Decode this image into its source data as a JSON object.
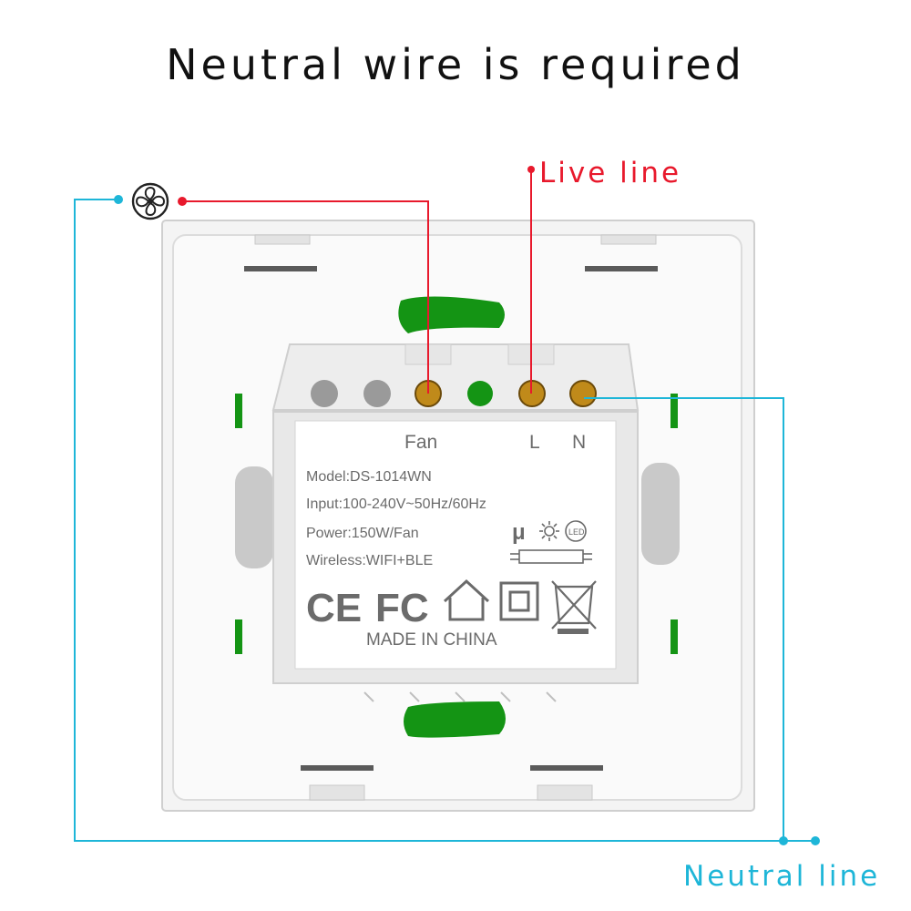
{
  "title": "Neutral wire is required",
  "wires": {
    "live_label": "Live line",
    "neutral_label": "Neutral line",
    "live_color": "#e8192c",
    "neutral_color": "#1eb6d8",
    "load_icon": "fan-icon"
  },
  "terminals": {
    "fan": "Fan",
    "live": "L",
    "neutral": "N"
  },
  "spec_label": {
    "model": "Model:DS-1014WN",
    "input": "Input:100-240V~50Hz/60Hz",
    "power": "Power:150W/Fan",
    "wireless": "Wireless:WIFI+BLE",
    "origin": "MADE IN CHINA",
    "ce_mark": "CE",
    "fc_mark": "FC",
    "micro_symbol": "μ",
    "led_symbol": "LED"
  },
  "colors": {
    "clip_green": "#149414",
    "body_white": "#f3f3f3"
  }
}
